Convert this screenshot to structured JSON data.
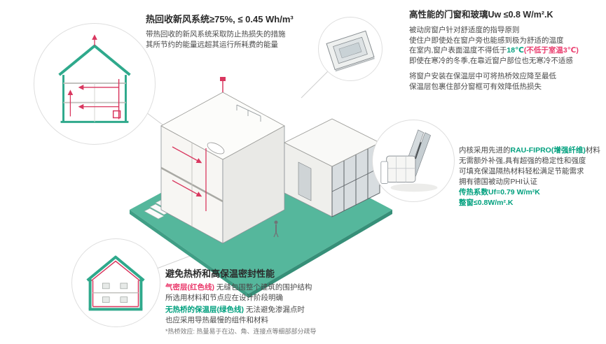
{
  "colors": {
    "teal_ground": "#55b79c",
    "teal_line": "#2fa98c",
    "accent_green": "#00a07e",
    "accent_red": "#ea3a6c",
    "duct_red": "#d9375f",
    "text_dark": "#2a2a2a",
    "text_body": "#4a4a4a"
  },
  "sections": {
    "ventilation": {
      "title": "热回收新风系统≥75%, ≤ 0.45 Wh/m³",
      "lines": [
        "带热回收的新风系统采取防止热损失的措施",
        "其所节约的能量远超其运行所耗费的能量"
      ]
    },
    "windows": {
      "title": "高性能的门窗和玻璃Uw ≤0.8 W/m².K",
      "p1_l1": "被动房窗户针对舒适度的指导原则",
      "p1_l2": "使住户即使处在窗户旁也能感到极为舒适的温度",
      "p1_l3_a": "在室内,窗户表面温度不得低于",
      "p1_l3_b": "18℃",
      "p1_l3_c": "(不低于室温3℃)",
      "p1_l4": "即使在寒冷的冬季,在靠近窗户部位也无寒冷不适感",
      "p2_l1": "将窗户安装在保温层中可将热桥效应降至最低",
      "p2_l2": "保温层包裹住部分窗框可有效降低热损失"
    },
    "profile": {
      "l1_a": "内核采用先进的",
      "l1_b": "RAU-FIPRO(增强纤维)",
      "l1_c": "材料",
      "l2": "无需额外补强,具有超强的稳定性和强度",
      "l3": "可填充保温隔热材料轻松满足节能需求",
      "l4": "拥有德国被动房PHI认证",
      "l5": "传热系数Uf=0.79 W/m²K",
      "l6": "整窗≤0.8W/m².K"
    },
    "thermal": {
      "title": "避免热桥和高保温密封性能",
      "p1_a": "气密层(红色线)",
      "p1_b": " 无缝包围整个建筑的围护结构",
      "p1_l2": "所选用材料和节点应在设计阶段明确",
      "p2_a": "无热桥的保温层(绿色线)",
      "p2_b": " 无法避免渗漏点时",
      "p2_l2": "也应采用导热最慢的组件和材料",
      "footnote": "*热桥效应: 热量易于在边、角、连接点等细部部分疏导"
    }
  }
}
